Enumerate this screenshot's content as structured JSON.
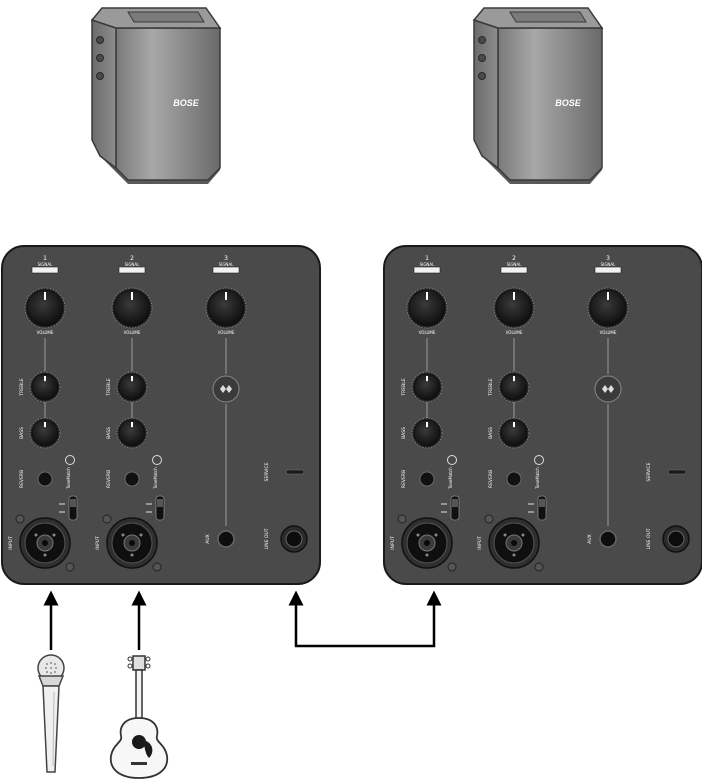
{
  "speakers": [
    {
      "brand": "BOSE"
    },
    {
      "brand": "BOSE"
    }
  ],
  "mixers": [
    {
      "channels": [
        {
          "number": "1",
          "signal_label": "SIGNAL",
          "volume_label": "VOLUME",
          "treble_label": "TREBLE",
          "bass_label": "BASS",
          "reverb_label": "REVERB",
          "tonematch_label": "ToneMatch",
          "input_label": "INPUT"
        },
        {
          "number": "2",
          "signal_label": "SIGNAL",
          "volume_label": "VOLUME",
          "treble_label": "TREBLE",
          "bass_label": "BASS",
          "reverb_label": "REVERB",
          "tonematch_label": "ToneMatch",
          "input_label": "INPUT"
        },
        {
          "number": "3",
          "signal_label": "SIGNAL",
          "volume_label": "VOLUME",
          "aux_label": "AUX"
        }
      ],
      "service_label": "SERVICE",
      "line_out_label": "LINE OUT"
    },
    {
      "channels": [
        {
          "number": "1",
          "signal_label": "SIGNAL",
          "volume_label": "VOLUME",
          "treble_label": "TREBLE",
          "bass_label": "BASS",
          "reverb_label": "REVERB",
          "tonematch_label": "ToneMatch",
          "input_label": "INPUT"
        },
        {
          "number": "2",
          "signal_label": "SIGNAL",
          "volume_label": "VOLUME",
          "treble_label": "TREBLE",
          "bass_label": "BASS",
          "reverb_label": "REVERB",
          "tonematch_label": "ToneMatch",
          "input_label": "INPUT"
        },
        {
          "number": "3",
          "signal_label": "SIGNAL",
          "volume_label": "VOLUME",
          "aux_label": "AUX"
        }
      ],
      "service_label": "SERVICE",
      "line_out_label": "LINE OUT"
    }
  ],
  "sources": [
    {
      "icon": "microphone-icon"
    },
    {
      "icon": "acoustic-guitar-icon"
    }
  ],
  "colors": {
    "panel": "#4a4a4a",
    "panel_border": "#1a1a1a",
    "knob": "#1c1c1c",
    "speaker_body": "#8a8a8a",
    "arrow": "#000000"
  }
}
